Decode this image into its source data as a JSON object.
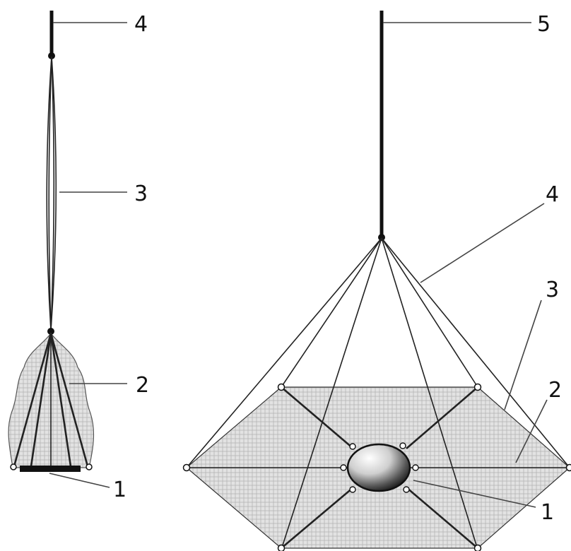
{
  "left_view": {
    "labels": {
      "l1": "1",
      "l2": "2",
      "l3": "3",
      "l4": "4"
    }
  },
  "right_view": {
    "labels": {
      "l1": "1",
      "l2": "2",
      "l3": "3",
      "l4": "4",
      "l5": "5"
    }
  },
  "colors": {
    "ink": "#111111",
    "net_fill": "#d6d6d6",
    "paper": "#ffffff"
  }
}
